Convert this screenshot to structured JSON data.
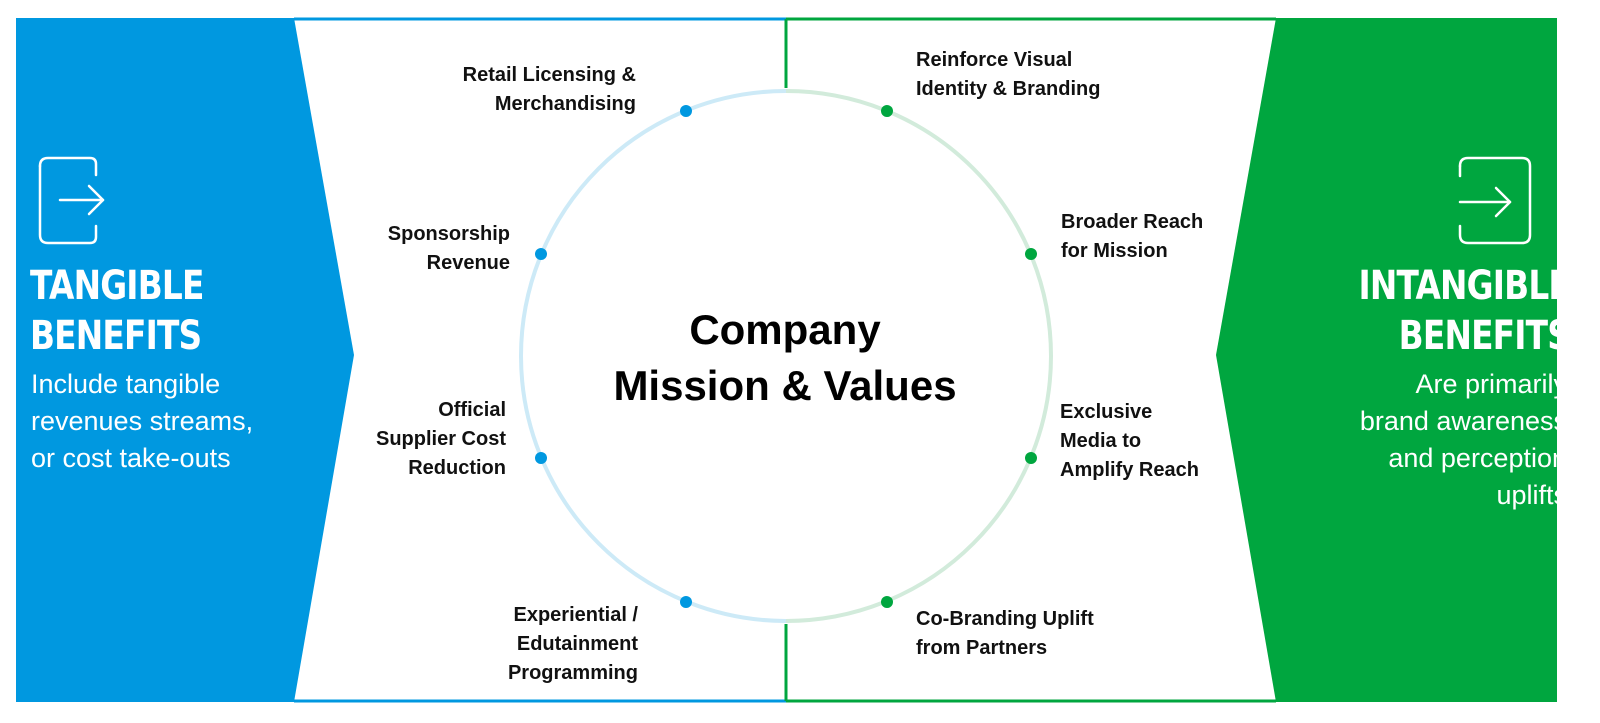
{
  "colors": {
    "tangible": "#0098E0",
    "intangible": "#00A63F",
    "ring_left": "#CDEAF7",
    "ring_right": "#D2EBDB"
  },
  "left_panel": {
    "icon": "arrow-into-box-icon",
    "title_lines": [
      "TANGIBLE",
      "BENEFITS"
    ],
    "description_lines": [
      "Include tangible",
      "revenues streams,",
      "or cost take-outs"
    ]
  },
  "right_panel": {
    "icon": "arrow-into-box-icon",
    "title_lines": [
      "INTANGIBLE",
      "BENEFITS"
    ],
    "description_lines": [
      "Are primarily",
      "brand awareness",
      "and perception",
      "uplifts"
    ]
  },
  "center": {
    "title_lines": [
      "Company",
      "Mission & Values"
    ]
  },
  "tangible_items": [
    {
      "lines": [
        "Retail Licensing &",
        "Merchandising"
      ]
    },
    {
      "lines": [
        "Sponsorship",
        "Revenue"
      ]
    },
    {
      "lines": [
        "Official",
        "Supplier Cost",
        "Reduction"
      ]
    },
    {
      "lines": [
        "Experiential /",
        "Edutainment",
        "Programming"
      ]
    }
  ],
  "intangible_items": [
    {
      "lines": [
        "Reinforce Visual",
        "Identity & Branding"
      ]
    },
    {
      "lines": [
        "Broader Reach",
        "for Mission"
      ]
    },
    {
      "lines": [
        "Exclusive",
        "Media to",
        "Amplify Reach"
      ]
    },
    {
      "lines": [
        "Co-Branding Uplift",
        "from Partners"
      ]
    }
  ]
}
